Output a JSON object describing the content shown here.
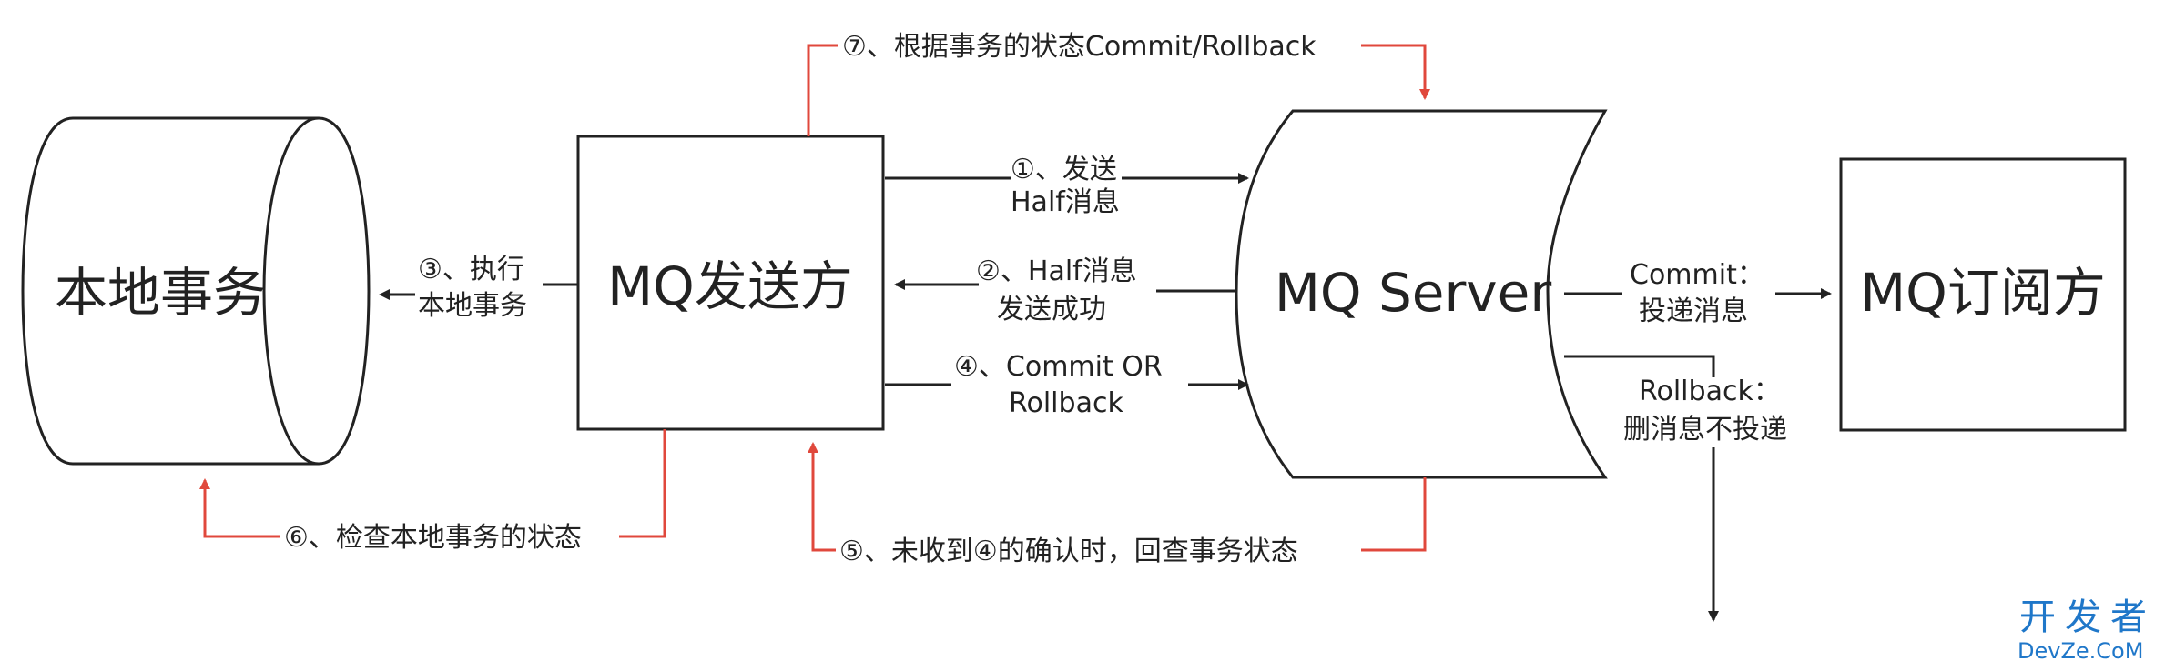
{
  "nodes": {
    "local_tx": "本地事务",
    "sender": "MQ发送方",
    "server": "MQ Server",
    "subscriber": "MQ订阅方"
  },
  "steps": {
    "s1_line1": "①、发送",
    "s1_line2": "Half消息",
    "s2_line1": "②、Half消息",
    "s2_line2": "发送成功",
    "s3_line1": "③、执行",
    "s3_line2": "本地事务",
    "s4_line1": "④、Commit OR",
    "s4_line2": "Rollback",
    "s5": "⑤、未收到④的确认时，回查事务状态",
    "s6": "⑥、检查本地事务的状态",
    "s7": "⑦、根据事务的状态Commit/Rollback",
    "commit_line1": "Commit：",
    "commit_line2": "投递消息",
    "rollback_line1": "Rollback：",
    "rollback_line2": "删消息不投递"
  },
  "watermark": {
    "line1": "开发者",
    "line2": "DevZe.CoM"
  },
  "colors": {
    "black_edge": "#222222",
    "red_edge": "#e0483c"
  }
}
